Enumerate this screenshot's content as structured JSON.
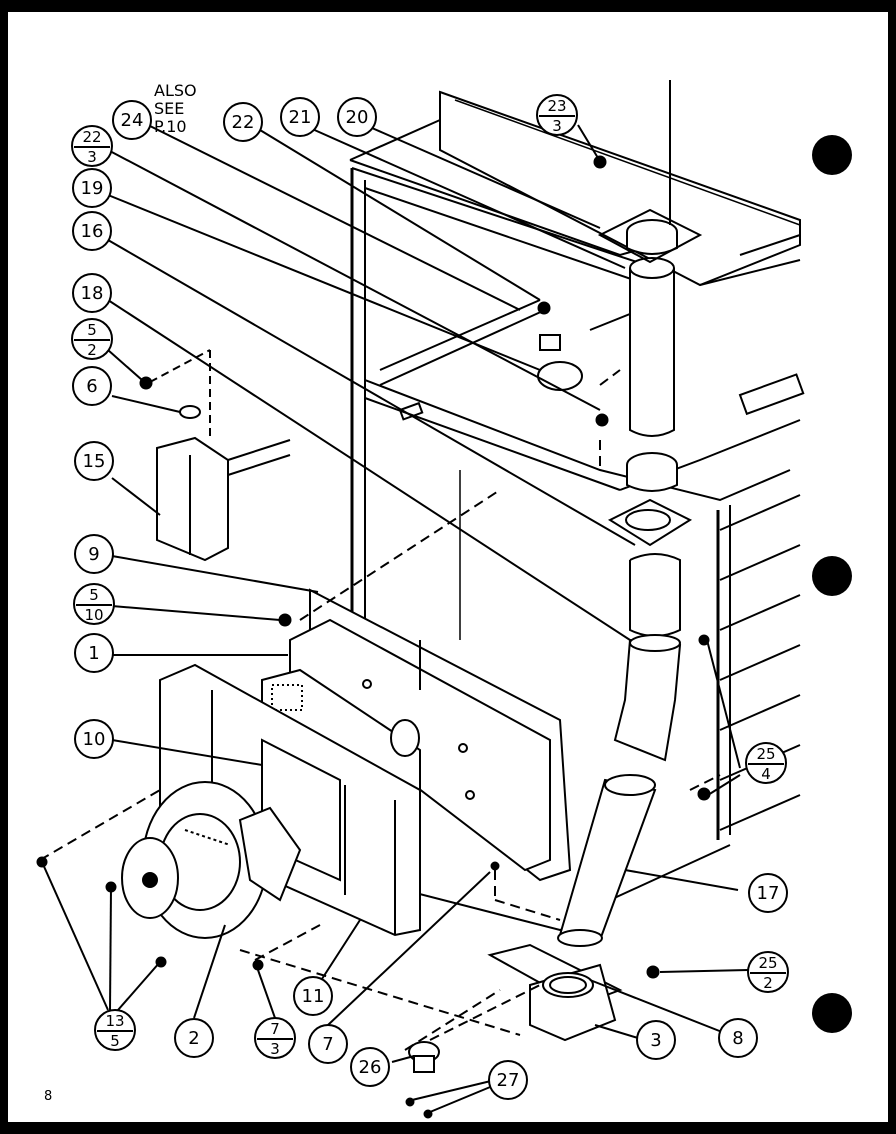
{
  "note": {
    "lines": [
      "ALSO",
      "SEE",
      "P.10"
    ]
  },
  "page_number": "8",
  "callouts": {
    "c24": "24",
    "c22": "22",
    "c21": "21",
    "c20": "20",
    "c19": "19",
    "c16": "16",
    "c18": "18",
    "c6": "6",
    "c15": "15",
    "c9": "9",
    "c1": "1",
    "c10": "10",
    "c17": "17",
    "c2": "2",
    "c11": "11",
    "c7": "7",
    "c3": "3",
    "c8": "8",
    "c26": "26",
    "c27": "27"
  },
  "fractions": {
    "f23_3": {
      "top": "23",
      "bottom": "3"
    },
    "f22_3": {
      "top": "22",
      "bottom": "3"
    },
    "f5_2": {
      "top": "5",
      "bottom": "2"
    },
    "f5_10": {
      "top": "5",
      "bottom": "10"
    },
    "f25_4": {
      "top": "25",
      "bottom": "4"
    },
    "f25_2": {
      "top": "25",
      "bottom": "2"
    },
    "f13_5": {
      "top": "13",
      "bottom": "5"
    },
    "f7_3": {
      "top": "7",
      "bottom": "3"
    }
  }
}
